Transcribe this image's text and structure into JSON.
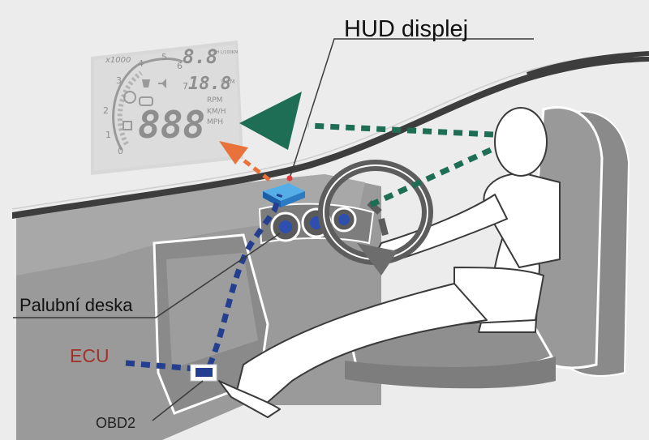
{
  "labels": {
    "hud": "HUD displej",
    "dashboard": "Palubní deska",
    "ecu": "ECU",
    "obd2": "OBD2"
  },
  "hud_panel": {
    "rpm_multiplier": "x1000",
    "gauge_ticks": [
      "0",
      "1",
      "2",
      "3",
      "4",
      "5",
      "6",
      "7"
    ],
    "top_readout": "8.8",
    "top_units": "L/H L/100KM",
    "mid_readout": "18.8",
    "mid_units": "V KM",
    "main_readout": "888",
    "rpm_unit": "RPM",
    "kmh_unit": "KM/H",
    "mph_unit": "MPH"
  },
  "colors": {
    "ecu_label": "#a0322a",
    "green_path": "#1e6e55",
    "orange_path": "#e8723a",
    "blue_path": "#243f8f",
    "windshield": "#3a3a3a",
    "car_body": "#8f8f8f",
    "panel": "#d8d8d8"
  }
}
